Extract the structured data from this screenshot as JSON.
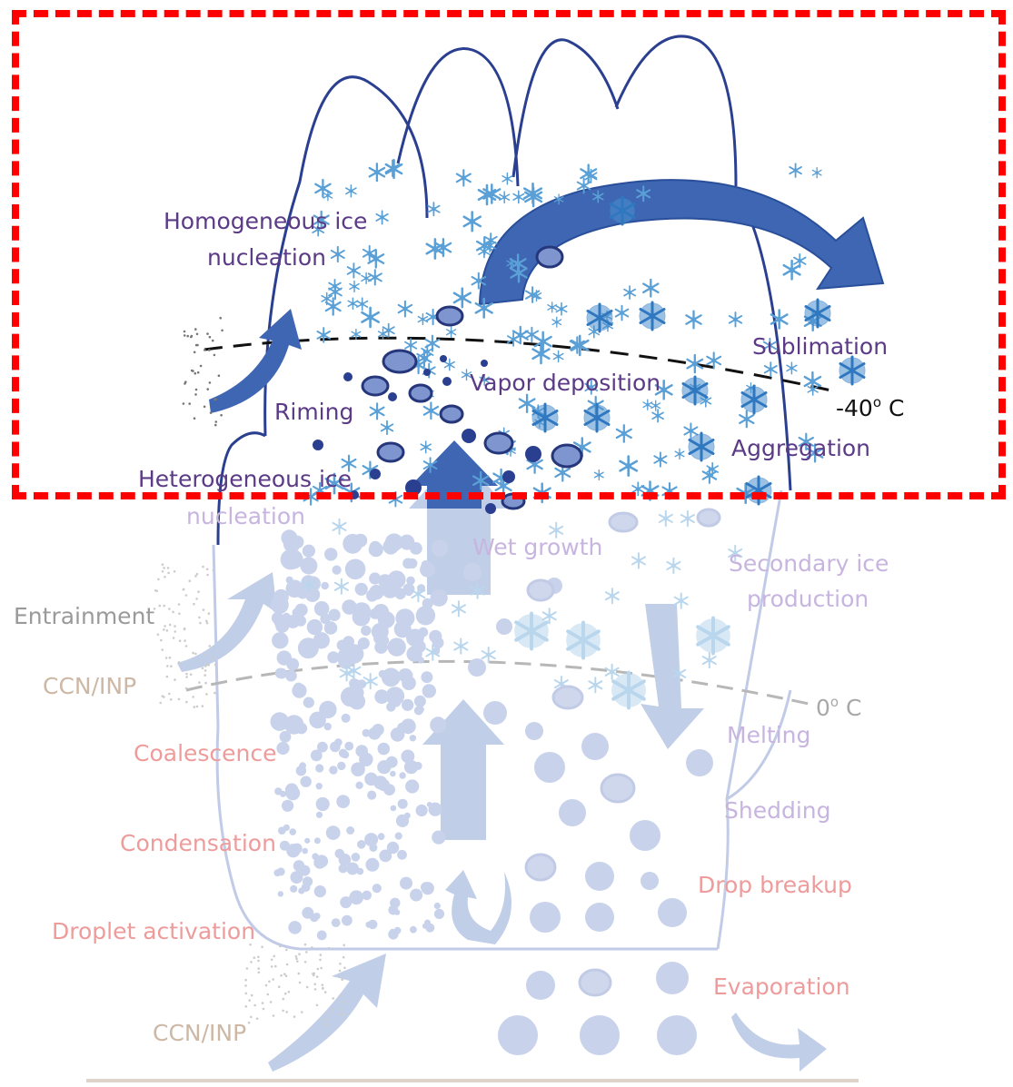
{
  "colors": {
    "highlight": "#ff0000",
    "cloud_outline": "#2a3f8f",
    "arrow_blue": "#3e66b3",
    "ice": "#5aa0d6",
    "graupel_fill": "#7f95cf",
    "graupel_edge": "#26367a",
    "faded": "#c9d3ea"
  },
  "labels": {
    "homogeneous_line1": "Homogeneous ice",
    "homogeneous_line2": "nucleation",
    "sublimation": "Sublimation",
    "vapor_deposition": "Vapor deposition",
    "riming": "Riming",
    "minus40_value": "-40",
    "minus40_sup": "o",
    "minus40_unit": " C",
    "aggregation": "Aggregation",
    "heterogeneous_line1": "Heterogeneous ice",
    "heterogeneous_line2": "nucleation",
    "wet_growth": "Wet growth",
    "secondary_line1": "Secondary ice",
    "secondary_line2": "production",
    "entrainment": "Entrainment",
    "ccn_inp_side": "CCN/INP",
    "zero_value": "0",
    "zero_sup": "o",
    "zero_unit": " C",
    "coalescence": "Coalescence",
    "melting": "Melting",
    "shedding": "Shedding",
    "condensation": "Condensation",
    "drop_breakup": "Drop breakup",
    "droplet_activation": "Droplet activation",
    "evaporation": "Evaporation",
    "ccn_inp_bottom": "CCN/INP"
  }
}
